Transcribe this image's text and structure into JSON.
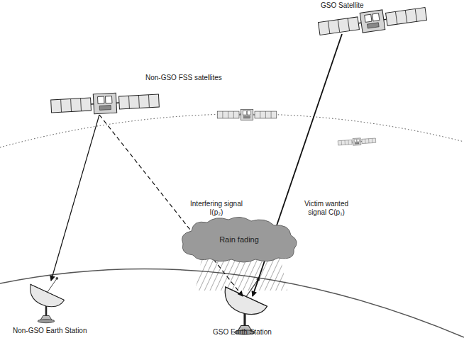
{
  "diagram": {
    "nodes": [
      {
        "text": [
          "Rain fading"
        ]
      }
    ],
    "labels": [
      "GSO Satellite",
      "Non-GSO FSS satellites",
      "Interfering signal I(p₂)",
      "Victim wanted signal C(p₁)",
      "Non-GSO Earth Station",
      "GSO Earth Station"
    ]
  }
}
